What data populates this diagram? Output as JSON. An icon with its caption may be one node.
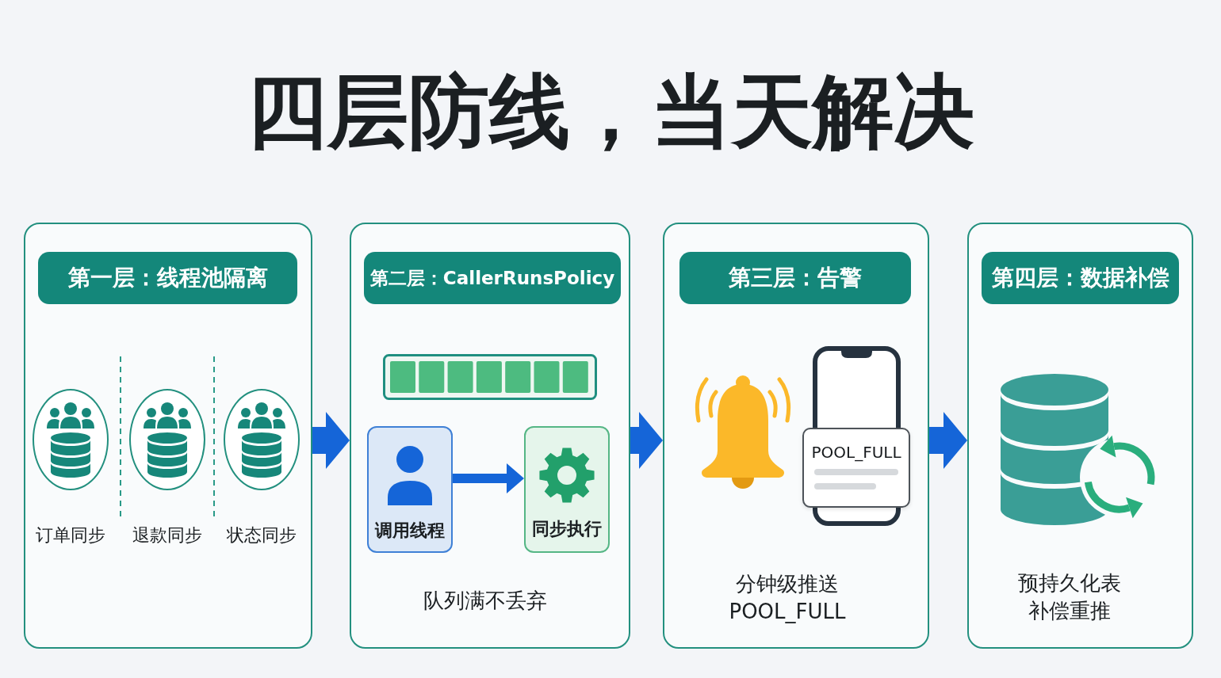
{
  "diagram": {
    "title": "四层防线，当天解决",
    "nodes": [
      {
        "text": [],
        "shape": "box"
      },
      {
        "text": [
          "第一层：线程池隔离"
        ],
        "in": 0
      },
      {
        "text": [],
        "shape": "ellipse",
        "in": 0,
        "beside": [
          "订单同步"
        ]
      },
      {
        "text": [],
        "shape": "ellipse",
        "in": 0,
        "beside": [
          "退款同步"
        ]
      },
      {
        "text": [],
        "shape": "ellipse",
        "in": 0,
        "beside": [
          "状态同步"
        ]
      },
      {
        "text": [],
        "shape": "box"
      },
      {
        "text": [
          "第二层：CallerRunsPolicy"
        ],
        "in": 5
      },
      {
        "text": [
          "调用线程"
        ],
        "in": 5
      },
      {
        "text": [
          "同步执行"
        ],
        "in": 5
      },
      {
        "text": [],
        "shape": "box"
      },
      {
        "text": [
          "第三层：告警"
        ],
        "in": 9
      },
      {
        "text": [
          "POOL_FULL"
        ],
        "in": 9
      },
      {
        "text": [],
        "shape": "box"
      },
      {
        "text": [
          "第四层：数据补偿"
        ],
        "in": 12
      }
    ],
    "edges": [
      {
        "from": 0,
        "to": 5,
        "arrow": "to"
      },
      {
        "from": 5,
        "to": 9,
        "arrow": "to"
      },
      {
        "from": 9,
        "to": 12,
        "arrow": "to"
      },
      {
        "from": 7,
        "to": 8,
        "arrow": "to"
      }
    ],
    "labels": [
      "队列满不丢弃",
      "分钟级推送 POOL_FULL",
      "预持久化表补偿重推"
    ]
  }
}
